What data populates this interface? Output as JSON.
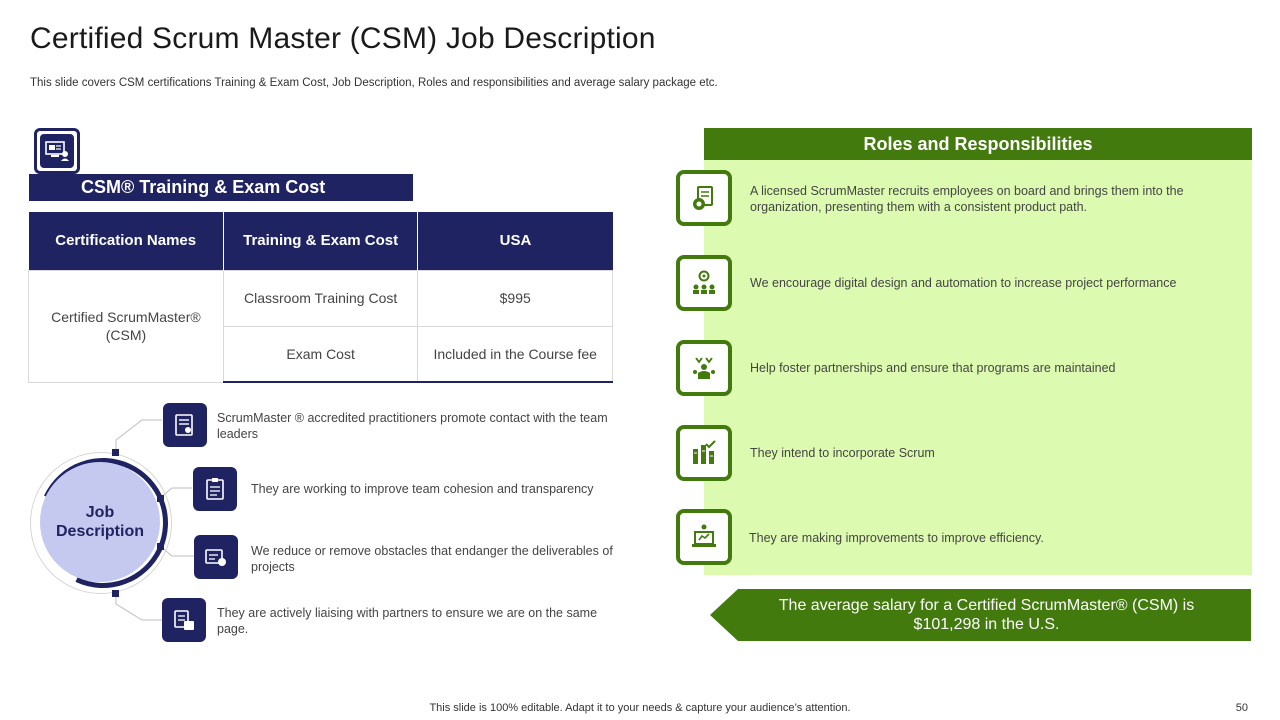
{
  "slide": {
    "title": "Certified Scrum Master (CSM) Job Description",
    "subtitle": "This slide covers CSM certifications Training & Exam Cost, Job Description, Roles and responsibilities and average salary package etc."
  },
  "cost_section": {
    "header": "CSM® Training & Exam Cost",
    "icon": "certificate-computer-icon",
    "table": {
      "columns": [
        "Certification Names",
        "Training & Exam Cost",
        "USA"
      ],
      "certification_name": "Certified ScrumMaster® (CSM)",
      "rows": [
        {
          "item": "Classroom Training Cost",
          "usa": "$995"
        },
        {
          "item": "Exam Cost",
          "usa": "Included in the Course fee"
        }
      ]
    }
  },
  "job_description": {
    "label": "Job Description",
    "items": [
      {
        "icon": "certificate-icon",
        "text": "ScrumMaster ® accredited practitioners promote contact with the team leaders"
      },
      {
        "icon": "clipboard-icon",
        "text": "They are working to improve team cohesion and transparency"
      },
      {
        "icon": "obstacle-removal-icon",
        "text": "We reduce or remove obstacles that endanger the deliverables of projects"
      },
      {
        "icon": "partners-document-icon",
        "text": "They are actively liaising with partners to ensure we are on the same page."
      }
    ]
  },
  "roles": {
    "header": "Roles and Responsibilities",
    "items": [
      {
        "icon": "recruit-documents-icon",
        "text": "A licensed ScrumMaster recruits employees on board and brings them into the organization, presenting them with a consistent product path."
      },
      {
        "icon": "team-gear-icon",
        "text": "We encourage digital design and automation to increase project performance"
      },
      {
        "icon": "partnership-icon",
        "text": "Help foster partnerships and ensure that programs are maintained"
      },
      {
        "icon": "scrum-chart-icon",
        "text": "They intend to incorporate Scrum"
      },
      {
        "icon": "improvement-laptop-icon",
        "text": "They are making improvements  to improve efficiency."
      }
    ]
  },
  "salary_note": "The average salary for a Certified ScrumMaster® (CSM) is $101,298 in the U.S.",
  "footer": {
    "text": "This slide is 100% editable. Adapt it to your needs & capture your audience’s attention.",
    "page_number": "50"
  },
  "colors": {
    "navy": "#1f2361",
    "green": "#427a0d",
    "light_green": "#ddfbb0",
    "lavender": "#c5c8ef"
  }
}
